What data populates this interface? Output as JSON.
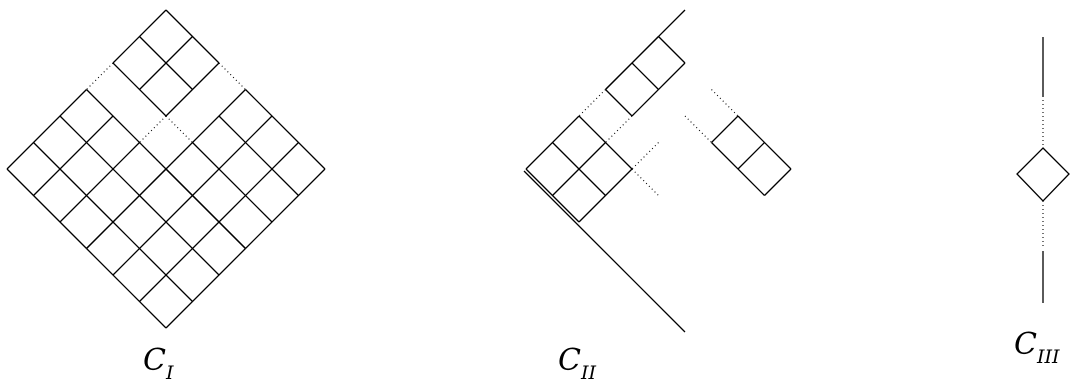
{
  "figure": {
    "panels": [
      {
        "id": "ci",
        "label_main": "C",
        "label_sub": "I"
      },
      {
        "id": "cii",
        "label_main": "C",
        "label_sub": "II"
      },
      {
        "id": "ciii",
        "label_main": "C",
        "label_sub": "III"
      }
    ]
  },
  "style": {
    "line_color": "#000000",
    "background": "#ffffff"
  }
}
